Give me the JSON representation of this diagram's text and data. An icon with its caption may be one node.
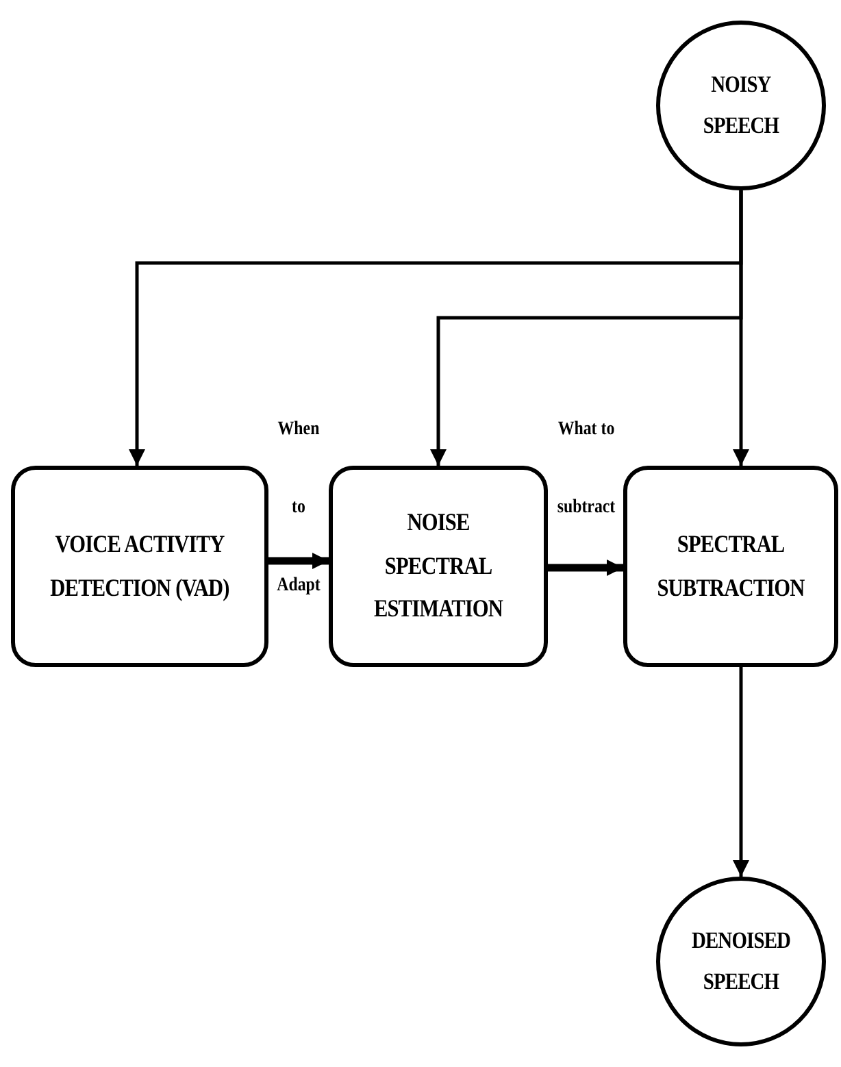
{
  "diagram": {
    "nodes": [
      {
        "text": [
          "NOISY SPEECH"
        ]
      },
      {
        "text": [
          "VOICE ACTIVITY DETECTION (VAD)"
        ]
      },
      {
        "text": [
          "NOISE SPECTRAL ESTIMATION"
        ]
      },
      {
        "text": [
          "SPECTRAL SUBTRACTION"
        ]
      },
      {
        "text": [
          "DENOISED SPEECH"
        ]
      }
    ],
    "edges": [
      {
        "from": 0,
        "to": 1,
        "arrow": "to"
      },
      {
        "from": 0,
        "to": 2,
        "arrow": "to"
      },
      {
        "from": 0,
        "to": 3,
        "arrow": "to"
      },
      {
        "from": 1,
        "to": 2,
        "arrow": "to",
        "label": "When to Adapt",
        "style": "thick"
      },
      {
        "from": 2,
        "to": 3,
        "arrow": "to",
        "label": "What to subtract",
        "style": "thick"
      },
      {
        "from": 3,
        "to": 4,
        "arrow": "to"
      }
    ]
  }
}
